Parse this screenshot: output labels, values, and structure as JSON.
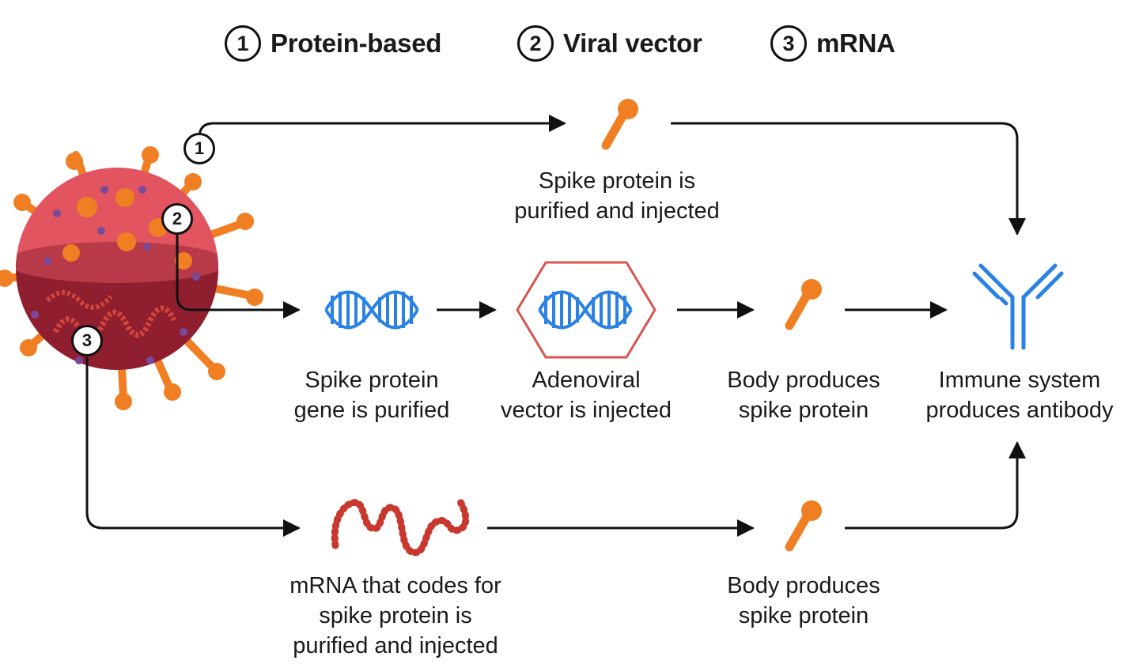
{
  "legend": [
    {
      "num": "1",
      "label": "Protein-based"
    },
    {
      "num": "2",
      "label": "Viral vector"
    },
    {
      "num": "3",
      "label": "mRNA"
    }
  ],
  "path_badges": [
    "1",
    "2",
    "3"
  ],
  "labels": {
    "protein_purified": [
      "Spike protein is",
      "purified and injected"
    ],
    "gene_purified": [
      "Spike protein",
      "gene is purified"
    ],
    "adenoviral": [
      "Adenoviral",
      "vector is injected"
    ],
    "body_produces_mid": [
      "Body produces",
      "spike protein"
    ],
    "immune": [
      "Immune system",
      "produces antibody"
    ],
    "mrna_codes": [
      "mRNA that codes for",
      "spike protein is",
      "purified and injected"
    ],
    "body_produces_bottom": [
      "Body produces",
      "spike protein"
    ]
  },
  "colors": {
    "arrow": "#111111",
    "spike_protein": "#f07f24",
    "virus_body": "#e2545f",
    "virus_inner": "#8f1f2e",
    "virus_dots": "#7a4a9a",
    "dna": "#2a82e4",
    "adenovirus_outline": "#d9534f",
    "mrna": "#c9382f",
    "antibody": "#2a82e4"
  }
}
